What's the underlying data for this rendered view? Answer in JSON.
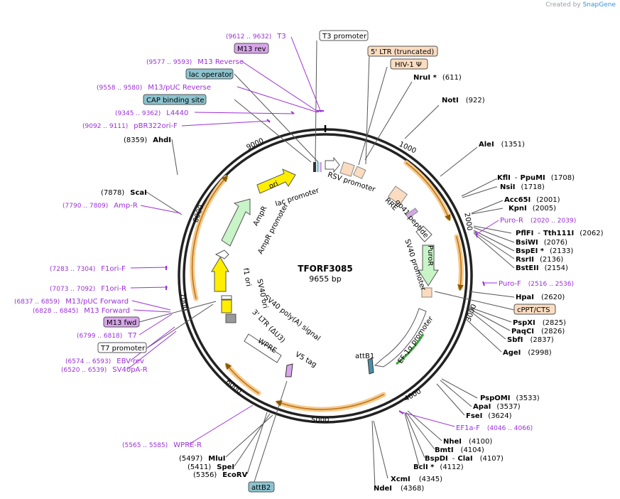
{
  "header": {
    "created_by": "Created by",
    "app": "SnapGene"
  },
  "plasmid": {
    "name": "TFORF3085",
    "size": "9655 bp"
  },
  "ticks": [
    "1000",
    "2000",
    "3000",
    "4000",
    "5000",
    "6000",
    "7000",
    "8000",
    "9000"
  ],
  "colors": {
    "ring": "#222222",
    "primer": "#9b30d9",
    "enzyme": "#000000",
    "feature_tan": "#fbdcc0",
    "feature_teal": "#8cc3cf",
    "feature_purple": "#d8a6ea",
    "arrow_yellow": "#ffee00",
    "arrow_green": "#c8f4c8",
    "orange_arc": "#f5a623"
  },
  "enzymes_right": [
    {
      "id": "nrui",
      "name": "NruI *",
      "pos": "(611)"
    },
    {
      "id": "noti",
      "name": "NotI",
      "pos": "(922)"
    },
    {
      "id": "alei",
      "name": "AleI",
      "pos": "(1351)"
    },
    {
      "id": "kfli",
      "name": "KflI",
      "sep": "-",
      "name2": "PpuMI",
      "pos": "(1708)"
    },
    {
      "id": "nsii",
      "name": "NsiI",
      "pos": "(1718)"
    },
    {
      "id": "acc65i",
      "name": "Acc65I",
      "pos": "(2001)"
    },
    {
      "id": "kpni",
      "name": "KpnI",
      "pos": "(2005)"
    },
    {
      "id": "pflfi",
      "name": "PflFI",
      "sep": "-",
      "name2": "Tth111I",
      "pos": "(2062)"
    },
    {
      "id": "bsiwi",
      "name": "BsiWI",
      "pos": "(2076)"
    },
    {
      "id": "bspei",
      "name": "BspEI *",
      "pos": "(2133)"
    },
    {
      "id": "rsrii",
      "name": "RsrII",
      "pos": "(2136)"
    },
    {
      "id": "bsteii",
      "name": "BstEII",
      "pos": "(2154)"
    },
    {
      "id": "hpai",
      "name": "HpaI",
      "pos": "(2620)"
    },
    {
      "id": "pspxi",
      "name": "PspXI",
      "pos": "(2825)"
    },
    {
      "id": "paqci",
      "name": "PaqCI",
      "pos": "(2826)"
    },
    {
      "id": "sbfi",
      "name": "SbfI",
      "pos": "(2837)"
    },
    {
      "id": "agei",
      "name": "AgeI",
      "pos": "(2998)"
    },
    {
      "id": "pspomi",
      "name": "PspOMI",
      "pos": "(3533)"
    },
    {
      "id": "apai",
      "name": "ApaI",
      "pos": "(3537)"
    },
    {
      "id": "fsei",
      "name": "FseI",
      "pos": "(3624)"
    },
    {
      "id": "nhei",
      "name": "NheI",
      "pos": "(4100)"
    },
    {
      "id": "bmti",
      "name": "BmtI",
      "pos": "(4104)"
    },
    {
      "id": "bspdi",
      "name": "BspDI",
      "sep": "-",
      "name2": "ClaI",
      "pos": "(4107)"
    },
    {
      "id": "bcli",
      "name": "BclI *",
      "pos": "(4112)"
    },
    {
      "id": "xcmi",
      "name": "XcmI",
      "pos": "(4345)"
    },
    {
      "id": "ndei",
      "name": "NdeI",
      "pos": "(4368)"
    }
  ],
  "enzymes_left": [
    {
      "id": "ahdi",
      "name": "AhdI",
      "pos": "(8359)"
    },
    {
      "id": "scai",
      "name": "ScaI",
      "pos": "(7878)"
    },
    {
      "id": "mlui",
      "name": "MluI",
      "pos": "(5497)"
    },
    {
      "id": "spei",
      "name": "SpeI",
      "pos": "(5411)"
    },
    {
      "id": "ecorv",
      "name": "EcoRV",
      "pos": "(5356)"
    }
  ],
  "primers": [
    {
      "id": "t3",
      "name": "T3",
      "range": "(9612 .. 9632)"
    },
    {
      "id": "m13rev-range",
      "name": "M13 Reverse",
      "range": "(9577 .. 9593)"
    },
    {
      "id": "m13puc-rev",
      "name": "M13/pUC Reverse",
      "range": "(9558 .. 9580)"
    },
    {
      "id": "l4440",
      "name": "L4440",
      "range": "(9345 .. 9362)"
    },
    {
      "id": "pbr322",
      "name": "pBR322ori-F",
      "range": "(9092 .. 9111)"
    },
    {
      "id": "amp-r",
      "name": "Amp-R",
      "range": "(7790 .. 7809)"
    },
    {
      "id": "f1ori-f",
      "name": "F1ori-F",
      "range": "(7283 .. 7304)"
    },
    {
      "id": "f1ori-r",
      "name": "F1ori-R",
      "range": "(7073 .. 7092)"
    },
    {
      "id": "m13puc-fwd",
      "name": "M13/pUC Forward",
      "range": "(6837 .. 6859)"
    },
    {
      "id": "m13-forward",
      "name": "M13 Forward",
      "range": "(6828 .. 6845)"
    },
    {
      "id": "t7",
      "name": "T7",
      "range": "(6799 .. 6818)"
    },
    {
      "id": "ebv-rev",
      "name": "EBV-rev",
      "range": "(6574 .. 6593)"
    },
    {
      "id": "sv40pa-r",
      "name": "SV40pA-R",
      "range": "(6520 .. 6539)"
    },
    {
      "id": "wpre-r",
      "name": "WPRE-R",
      "range": "(5565 .. 5585)"
    },
    {
      "id": "puro-r",
      "name": "Puro-R",
      "range": "(2020 .. 2039)"
    },
    {
      "id": "puro-f",
      "name": "Puro-F",
      "range": "(2516 .. 2536)"
    },
    {
      "id": "ef1a-f",
      "name": "EF1a-F",
      "range": "(4046 .. 4066)"
    }
  ],
  "boxed_labels": {
    "m13_rev": "M13 rev",
    "lac_operator": "lac operator",
    "cap_binding": "CAP binding site",
    "t3_promoter": "T3 promoter",
    "ltr5": "5' LTR (truncated)",
    "hiv_psi": "HIV-1 Ψ",
    "cppt": "cPPT/CTS",
    "m13_fwd": "M13 fwd",
    "t7_promoter": "T7 promoter",
    "attb2": "attB2"
  },
  "inner_labels": {
    "ori": "ori",
    "lac_promoter": "lac promoter",
    "rsv_promoter": "RSV promoter",
    "rre": "RRE",
    "gp41": "gp41 peptide",
    "sv40_promoter": "SV40 promoter",
    "puror": "PuroR",
    "ef1a_promoter": "EF-1α promoter",
    "attb1": "attB1",
    "v5_tag": "V5 tag",
    "wpre": "WPRE",
    "ltr3": "3' LTR (ΔU3)",
    "sv40_polya": "SV40 poly(A) signal",
    "sv40_ori": "SV40 ori",
    "f1_ori": "f1 ori",
    "ampr_promoter": "AmpR promoter",
    "ampr": "AmpR"
  }
}
